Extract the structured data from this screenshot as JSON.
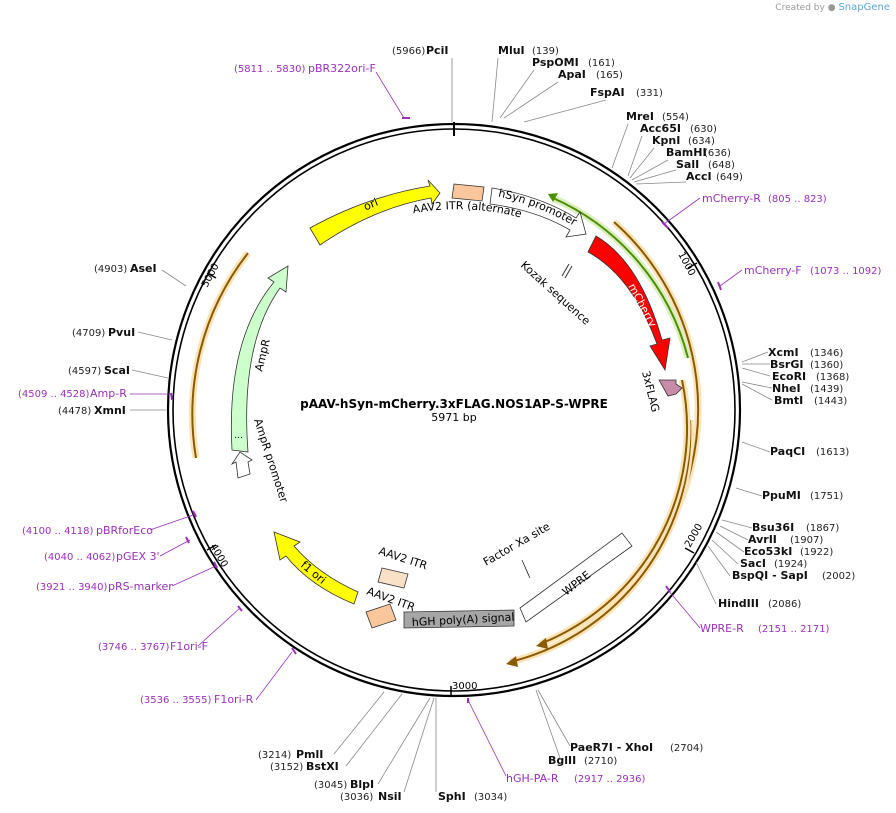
{
  "credit": {
    "prefix": "Created by",
    "brand": "SnapGene"
  },
  "plasmid": {
    "name": "pAAV-hSyn-mCherry.3xFLAG.NOS1AP-S-WPRE",
    "size": "5971 bp"
  },
  "ticks": [
    "1000",
    "2000",
    "3000",
    "4000",
    "5000"
  ],
  "sites": [
    {
      "name": "PciI",
      "pos": "(5966)"
    },
    {
      "name": "MluI",
      "pos": "(139)"
    },
    {
      "name": "PspOMI",
      "pos": "(161)"
    },
    {
      "name": "ApaI",
      "pos": "(165)"
    },
    {
      "name": "FspAI",
      "pos": "(331)"
    },
    {
      "name": "MreI",
      "pos": "(554)"
    },
    {
      "name": "Acc65I",
      "pos": "(630)"
    },
    {
      "name": "KpnI",
      "pos": "(634)"
    },
    {
      "name": "BamHI",
      "pos": "(636)"
    },
    {
      "name": "SalI",
      "pos": "(648)"
    },
    {
      "name": "AccI",
      "pos": "(649)"
    },
    {
      "name": "XcmI",
      "pos": "(1346)"
    },
    {
      "name": "BsrGI",
      "pos": "(1360)"
    },
    {
      "name": "EcoRI",
      "pos": "(1368)"
    },
    {
      "name": "NheI",
      "pos": "(1439)"
    },
    {
      "name": "BmtI",
      "pos": "(1443)"
    },
    {
      "name": "PaqCI",
      "pos": "(1613)"
    },
    {
      "name": "PpuMI",
      "pos": "(1751)"
    },
    {
      "name": "Bsu36I",
      "pos": "(1867)"
    },
    {
      "name": "AvrII",
      "pos": "(1907)"
    },
    {
      "name": "Eco53kI",
      "pos": "(1922)"
    },
    {
      "name": "SacI",
      "pos": "(1924)"
    },
    {
      "name": "BspQI - SapI",
      "pos": "(2002)"
    },
    {
      "name": "HindIII",
      "pos": "(2086)"
    },
    {
      "name": "PaeR7I - XhoI",
      "pos": "(2704)"
    },
    {
      "name": "BglII",
      "pos": "(2710)"
    },
    {
      "name": "SphI",
      "pos": "(3034)"
    },
    {
      "name": "NsiI",
      "pos": "(3036)"
    },
    {
      "name": "BlpI",
      "pos": "(3045)"
    },
    {
      "name": "BstXI",
      "pos": "(3152)"
    },
    {
      "name": "PmlI",
      "pos": "(3214)"
    },
    {
      "name": "XmnI",
      "pos": "(4478)"
    },
    {
      "name": "ScaI",
      "pos": "(4597)"
    },
    {
      "name": "PvuI",
      "pos": "(4709)"
    },
    {
      "name": "AseI",
      "pos": "(4903)"
    }
  ],
  "primers": [
    {
      "name": "pBR322ori-F",
      "range": "(5811 .. 5830)"
    },
    {
      "name": "mCherry-R",
      "range": "(805 .. 823)"
    },
    {
      "name": "mCherry-F",
      "range": "(1073 .. 1092)"
    },
    {
      "name": "WPRE-R",
      "range": "(2151 .. 2171)"
    },
    {
      "name": "hGH-PA-R",
      "range": "(2917 .. 2936)"
    },
    {
      "name": "F1ori-R",
      "range": "(3536 .. 3555)"
    },
    {
      "name": "F1ori-F",
      "range": "(3746 .. 3767)"
    },
    {
      "name": "pRS-marker",
      "range": "(3921 .. 3940)"
    },
    {
      "name": "pGEX 3'",
      "range": "(4040 .. 4062)"
    },
    {
      "name": "pBRforEco",
      "range": "(4100 .. 4118)"
    },
    {
      "name": "Amp-R",
      "range": "(4509 .. 4528)"
    }
  ],
  "features": {
    "ori": "ori",
    "itr_alt": "AAV2 ITR (alternate)",
    "hsyn": "hSyn promoter",
    "kozak": "Kozak sequence",
    "mcherry": "mCherry",
    "flag": "3xFLAG",
    "ampr": "AmpR",
    "ampr_promoter": "AmpR promoter",
    "factor_xa": "Factor Xa site",
    "wpre": "WPRE",
    "hgh": "hGH poly(A) signal",
    "itr1": "AAV2 ITR",
    "itr2": "AAV2 ITR",
    "f1ori": "f1 ori"
  },
  "colors": {
    "ori": "#ffff00",
    "itr": "#f9c79b",
    "mcherry": "#ff0000",
    "flag": "#c98ca8",
    "ampr": "#ccffcc",
    "hgh": "#a6a6a6",
    "primer": "#9b2fbf",
    "orf": "#f5a623"
  }
}
